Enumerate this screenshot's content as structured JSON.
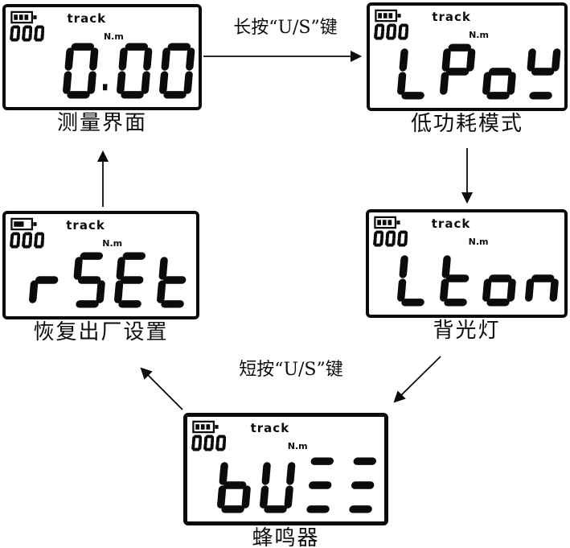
{
  "colors": {
    "ink": "#0b0b0b",
    "paper": "#ffffff"
  },
  "lcd_common": {
    "mode_label": "track",
    "unit_label": "N.m",
    "counter": "000"
  },
  "transitions": {
    "long_press_label": "长按“U/S”键",
    "short_press_label": "短按“U/S”键"
  },
  "panels": [
    {
      "key": "measure",
      "caption": "测量界面",
      "display_text": "0.00",
      "battery_bars": 3,
      "chars": [
        {
          "segs": "abcdef"
        },
        {
          "dot": true
        },
        {
          "segs": "abcdef"
        },
        {
          "segs": "abcdef"
        }
      ]
    },
    {
      "key": "low-power",
      "caption": "低功耗模式",
      "display_text": "LPoY",
      "battery_bars": 3,
      "chars": [
        {
          "segs": "def"
        },
        {
          "segs": "abefg"
        },
        {
          "segs": "cdeg"
        },
        {
          "segs": "bdfg"
        }
      ]
    },
    {
      "key": "reset",
      "caption": "恢复出厂设置",
      "display_text": "rSEt",
      "battery_bars": 1,
      "chars": [
        {
          "segs": "eg"
        },
        {
          "segs": "acdfg"
        },
        {
          "segs": "adefg"
        },
        {
          "segs": "defg"
        }
      ]
    },
    {
      "key": "backlight",
      "caption": "背光灯",
      "display_text": "Lton",
      "battery_bars": 3,
      "chars": [
        {
          "segs": "def"
        },
        {
          "segs": "defg"
        },
        {
          "segs": "cdeg"
        },
        {
          "segs": "ceg"
        }
      ]
    },
    {
      "key": "buzzer",
      "caption": "蜂鸣器",
      "display_text": "bUZZ",
      "battery_bars": 3,
      "chars": [
        {
          "segs": "cdefg"
        },
        {
          "segs": "bcdef"
        },
        {
          "segs": "adg"
        },
        {
          "segs": "adg"
        }
      ]
    }
  ]
}
